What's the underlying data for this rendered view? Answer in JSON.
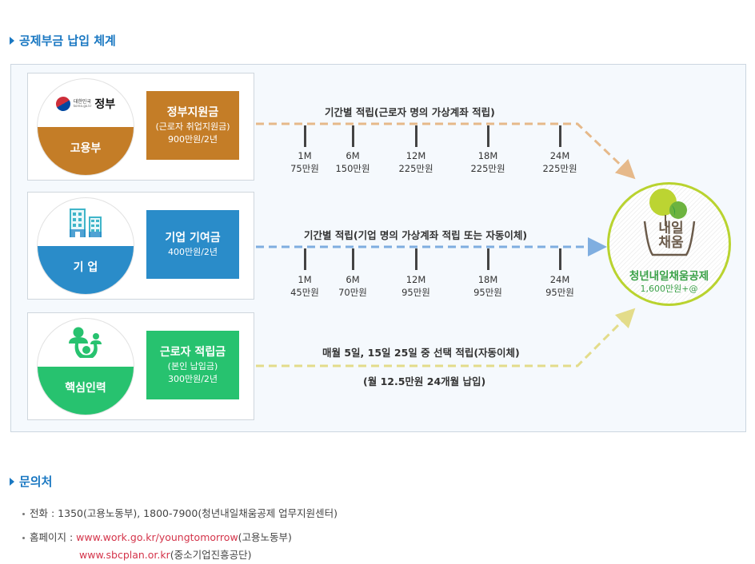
{
  "section1_title": "공제부금 납입 체계",
  "section2_title": "문의처",
  "colors": {
    "accent": "#1a78c2",
    "gov": "#c47d27",
    "company": "#2a8cc9",
    "worker": "#27c26f",
    "goal_ring": "#b9d32f",
    "link": "#d4344a"
  },
  "rows": [
    {
      "circle_top": {
        "logo_small": "대한민국",
        "logo_tiny": "korea.go.kr",
        "logo_big": "정부"
      },
      "circle_label": "고용부",
      "box_main": "정부지원금",
      "box_sub": "(근로자 취업지원금)",
      "box_amount": "900만원/2년",
      "timeline_title": "기간별 적립(근로자 명의 가상계좌 적립)",
      "ticks": [
        {
          "period": "1M",
          "amount": "75만원"
        },
        {
          "period": "6M",
          "amount": "150만원"
        },
        {
          "period": "12M",
          "amount": "225만원"
        },
        {
          "period": "18M",
          "amount": "225만원"
        },
        {
          "period": "24M",
          "amount": "225만원"
        }
      ]
    },
    {
      "circle_icon": "building-icon",
      "circle_label": "기  업",
      "box_main": "기업 기여금",
      "box_amount": "400만원/2년",
      "timeline_title": "기간별 적립(기업 명의 가상계좌 적립 또는 자동이체)",
      "ticks": [
        {
          "period": "1M",
          "amount": "45만원"
        },
        {
          "period": "6M",
          "amount": "70만원"
        },
        {
          "period": "12M",
          "amount": "95만원"
        },
        {
          "period": "18M",
          "amount": "95만원"
        },
        {
          "period": "24M",
          "amount": "95만원"
        }
      ]
    },
    {
      "circle_icon": "people-icon",
      "circle_label": "핵심인력",
      "box_main": "근로자 적립금",
      "box_sub": "(본인 납입금)",
      "box_amount": "300만원/2년",
      "timeline_title": "매월 5일, 15일 25일 중 선택 적립(자동이체)",
      "timeline_note": "(월 12.5만원 24개월 납입)"
    }
  ],
  "goal": {
    "logo_line1": "내일",
    "logo_line2": "채움",
    "name": "청년내일채움공제",
    "amount": "1,600만원+@"
  },
  "contact": {
    "phone_label": "전화 : ",
    "phone_value": "1350(고용노동부), 1800-7900(청년내일채움공제 업무지원센터)",
    "homepage_label": "홈페이지 : ",
    "link1": "www.work.go.kr/youngtomorrow",
    "link1_org": "(고용노동부)",
    "link2": "www.sbcplan.or.kr",
    "link2_org": "(중소기업진흥공단)"
  }
}
